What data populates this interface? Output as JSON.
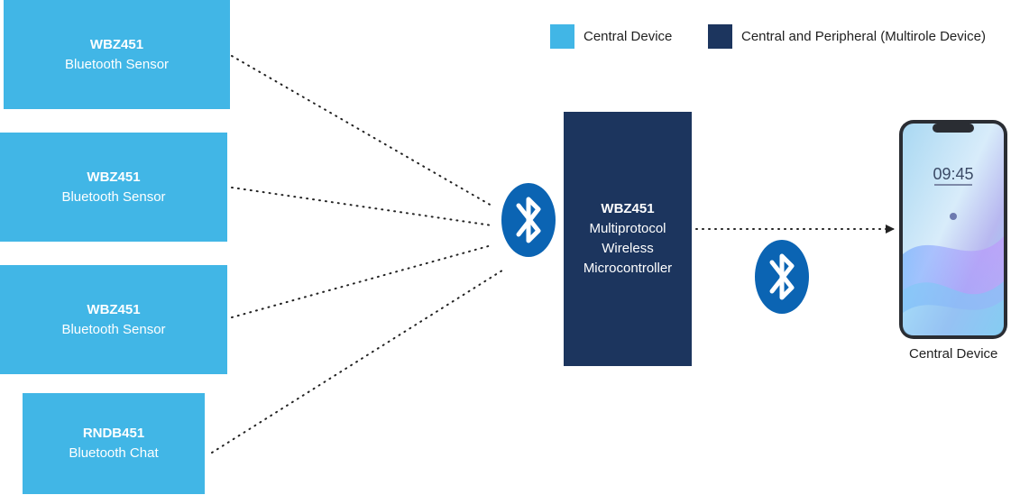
{
  "colors": {
    "central": "#41b6e6",
    "multirole": "#1c355e",
    "bluetooth": "#0b64b3",
    "link": "#222222"
  },
  "legend": [
    {
      "label": "Central Device",
      "color": "#41b6e6"
    },
    {
      "label": "Central and Peripheral (Multirole Device)",
      "color": "#1c355e"
    }
  ],
  "sensors": [
    {
      "title": "WBZ451",
      "subtitle": "Bluetooth Sensor"
    },
    {
      "title": "WBZ451",
      "subtitle": "Bluetooth Sensor"
    },
    {
      "title": "WBZ451",
      "subtitle": "Bluetooth Sensor"
    },
    {
      "title": "RNDB451",
      "subtitle": "Bluetooth Chat"
    }
  ],
  "hub": {
    "title": "WBZ451",
    "lines": [
      "Multiprotocol",
      "Wireless",
      "Microcontroller"
    ]
  },
  "phone": {
    "time": "09:45",
    "label": "Central Device"
  },
  "icons": [
    "bluetooth-icon",
    "bluetooth-icon",
    "smartphone-icon"
  ]
}
